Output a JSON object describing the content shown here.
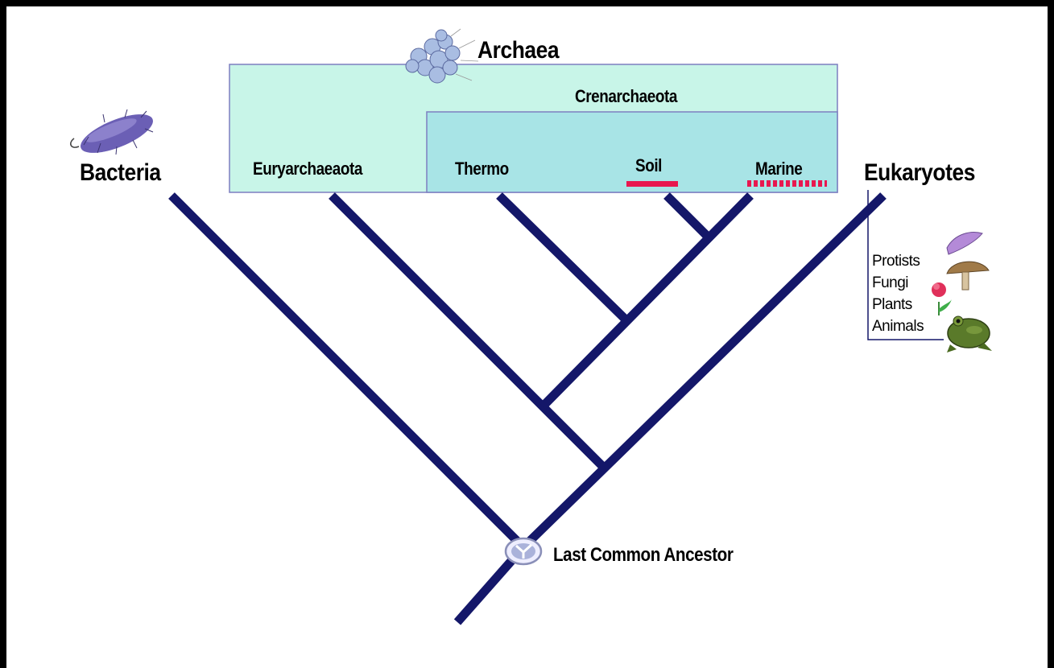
{
  "domains": {
    "bacteria": "Bacteria",
    "archaea": "Archaea",
    "eukaryotes": "Eukaryotes"
  },
  "archaea_groups": {
    "euryarchaeota": "Euryarchaeaota",
    "crenarchaeota": "Crenarchaeota"
  },
  "crenarchaeota_subgroups": {
    "thermo": "Thermo",
    "soil": "Soil",
    "marine": "Marine"
  },
  "eukaryote_kingdoms": [
    "Protists",
    "Fungi",
    "Plants",
    "Animals"
  ],
  "root_label": "Last Common Ancestor",
  "colors": {
    "background": "#000000",
    "frame": "#ffffff",
    "branch": "#141769",
    "archaea_box": "#c8f5e8",
    "crenarchaeota_box": "#a8e4e6",
    "box_border": "#7d7fc0",
    "soil_marker": "#e8174f",
    "marine_marker": "#e8174f",
    "bacterium": "#6b5fb5",
    "archaea_cluster": "#a9bde2"
  },
  "icons": [
    "bacterium-icon",
    "archaea-cluster-icon",
    "ancestor-cell-icon",
    "protist-icon",
    "mushroom-icon",
    "flower-icon",
    "frog-icon"
  ]
}
